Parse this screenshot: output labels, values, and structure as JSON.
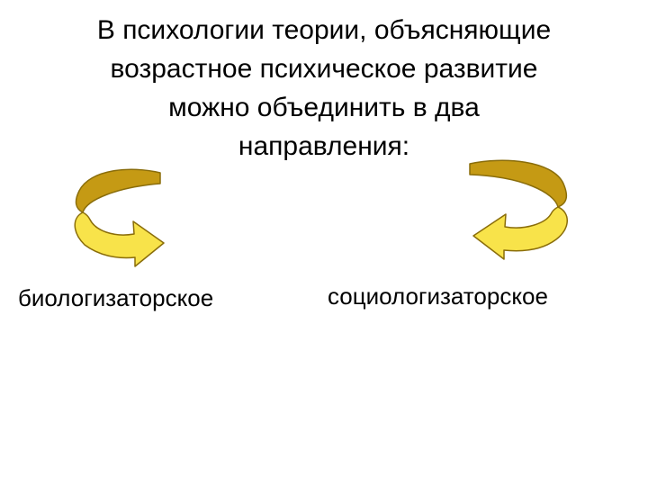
{
  "title_lines": [
    "В психологии теории, объясняющие",
    "возрастное психическое развитие",
    "можно объединить в два",
    "направления:"
  ],
  "directions": {
    "left": "биологизаторское",
    "right": "социологизаторское"
  },
  "colors": {
    "arrow_light": "#f8e34a",
    "arrow_dark": "#c59a14",
    "arrow_outline": "#8a6d0a",
    "text": "#000000",
    "background": "#ffffff"
  }
}
